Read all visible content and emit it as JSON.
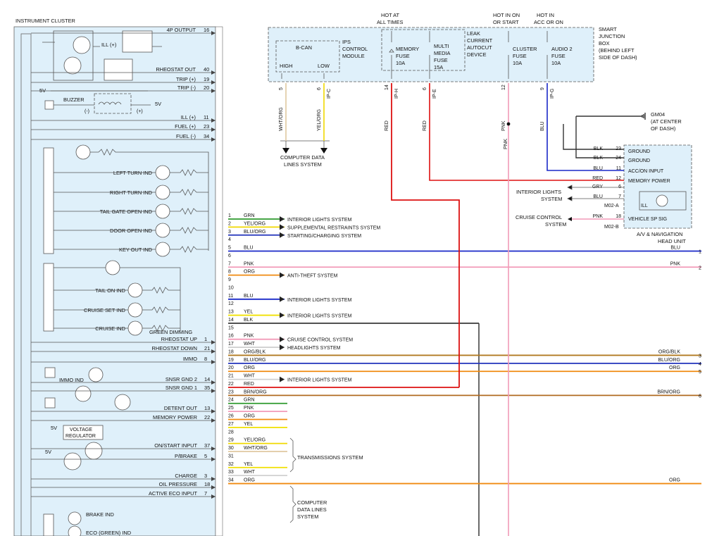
{
  "cluster": {
    "title": "INSTRUMENT CLUSTER",
    "top": [
      {
        "label": "4P OUTPUT",
        "pin": "16"
      },
      {
        "label": "ILL (+)",
        "pin": ""
      },
      {
        "label": "RHEOSTAT OUT",
        "pin": "40"
      },
      {
        "label": "TRIP (+)",
        "pin": "19"
      },
      {
        "label": "TRIP (-)",
        "pin": "20"
      },
      {
        "label": "ILL (+)",
        "pin": "11"
      },
      {
        "label": "FUEL (+)",
        "pin": "23"
      },
      {
        "label": "FUEL (-)",
        "pin": "34"
      }
    ],
    "buzzer": "BUZZER",
    "v5": "5V",
    "minus": "(-)",
    "plus": "(+)",
    "indicators": [
      "LEFT TURN IND",
      "RIGHT TURN IND",
      "TAIL GATE OPEN IND",
      "DOOR OPEN IND",
      "KEY OUT IND"
    ],
    "indicators2": [
      "TAIL ON IND",
      "CRUISE SET IND",
      "CRUISE IND"
    ],
    "green_dimming": "GREEN DIMMING",
    "lower": [
      {
        "label": "RHEOSTAT UP",
        "pin": "1"
      },
      {
        "label": "RHEOSTAT DOWN",
        "pin": "21"
      },
      {
        "label": "IMMO",
        "pin": "8"
      },
      {
        "label": "SNSR GND 2",
        "pin": "14"
      },
      {
        "label": "SNSR GND 1",
        "pin": "35"
      },
      {
        "label": "DETENT OUT",
        "pin": "13"
      },
      {
        "label": "MEMORY POWER",
        "pin": "22"
      },
      {
        "label": "ON/START INPUT",
        "pin": "37"
      },
      {
        "label": "P/BRAKE",
        "pin": "5"
      },
      {
        "label": "CHARGE",
        "pin": "3"
      },
      {
        "label": "OIL PRESSURE",
        "pin": "18"
      },
      {
        "label": "ACTIVE ECO INPUT",
        "pin": "7"
      }
    ],
    "immo_ind": "IMMO IND",
    "voltage_regulator": [
      "VOLTAGE",
      "REGULATOR"
    ],
    "brake_ind": "BRAKE IND",
    "eco_ind": "ECO (GREEN) IND"
  },
  "connector": [
    {
      "n": "1",
      "c": "GRN",
      "dest": "INTERIOR LIGHTS SYSTEM",
      "hex": "#2e9a2e"
    },
    {
      "n": "2",
      "c": "YEL/ORG",
      "dest": "SUPPLEMENTAL RESTRAINTS SYSTEM",
      "hex": "#f0d800"
    },
    {
      "n": "3",
      "c": "BLU/ORG",
      "dest": "STARTING/CHARGING SYSTEM",
      "hex": "#2233bb"
    },
    {
      "n": "4",
      "c": "",
      "dest": "",
      "hex": ""
    },
    {
      "n": "5",
      "c": "BLU",
      "dest": "",
      "hex": "#1a28c8"
    },
    {
      "n": "6",
      "c": "",
      "dest": "",
      "hex": ""
    },
    {
      "n": "7",
      "c": "PNK",
      "dest": "",
      "hex": "#f29ab8"
    },
    {
      "n": "8",
      "c": "ORG",
      "dest": "ANTI-THEFT SYSTEM",
      "hex": "#f08a10"
    },
    {
      "n": "9",
      "c": "",
      "dest": "",
      "hex": ""
    },
    {
      "n": "10",
      "c": "",
      "dest": "",
      "hex": ""
    },
    {
      "n": "11",
      "c": "BLU",
      "dest": "INTERIOR LIGHTS SYSTEM",
      "hex": "#1a28c8"
    },
    {
      "n": "12",
      "c": "",
      "dest": "",
      "hex": ""
    },
    {
      "n": "13",
      "c": "YEL",
      "dest": "INTERIOR LIGHTS SYSTEM",
      "hex": "#f0e000"
    },
    {
      "n": "14",
      "c": "BLK",
      "dest": "",
      "hex": "#444444"
    },
    {
      "n": "15",
      "c": "",
      "dest": "",
      "hex": ""
    },
    {
      "n": "16",
      "c": "PNK",
      "dest": "CRUISE CONTROL SYSTEM",
      "hex": "#f29ab8"
    },
    {
      "n": "17",
      "c": "WHT",
      "dest": "HEADLIGHTS SYSTEM",
      "hex": "#d0d0d0"
    },
    {
      "n": "18",
      "c": "ORG/BLK",
      "dest": "",
      "hex": "#b07a20"
    },
    {
      "n": "19",
      "c": "BLU/ORG",
      "dest": "",
      "hex": "#2233bb"
    },
    {
      "n": "20",
      "c": "ORG",
      "dest": "",
      "hex": "#f08a10"
    },
    {
      "n": "21",
      "c": "WHT",
      "dest": "INTERIOR LIGHTS SYSTEM",
      "hex": "#d0d0d0"
    },
    {
      "n": "22",
      "c": "RED",
      "dest": "",
      "hex": "#dd1111"
    },
    {
      "n": "23",
      "c": "BRN/ORG",
      "dest": "",
      "hex": "#b06a20"
    },
    {
      "n": "24",
      "c": "GRN",
      "dest": "",
      "hex": "#2e9a2e"
    },
    {
      "n": "25",
      "c": "PNK",
      "dest": "",
      "hex": "#f29ab8"
    },
    {
      "n": "26",
      "c": "ORG",
      "dest": "",
      "hex": "#f08a10"
    },
    {
      "n": "27",
      "c": "YEL",
      "dest": "",
      "hex": "#f0e000"
    },
    {
      "n": "28",
      "c": "",
      "dest": "",
      "hex": ""
    },
    {
      "n": "29",
      "c": "YEL/ORG",
      "dest": "",
      "hex": "#f0d800"
    },
    {
      "n": "30",
      "c": "WHT/ORG",
      "dest": "",
      "hex": "#e0c8a0"
    },
    {
      "n": "31",
      "c": "",
      "dest": "",
      "hex": ""
    },
    {
      "n": "32",
      "c": "YEL",
      "dest": "",
      "hex": "#f0e000"
    },
    {
      "n": "33",
      "c": "WHT",
      "dest": "",
      "hex": "#d0d0d0"
    },
    {
      "n": "34",
      "c": "ORG",
      "dest": "",
      "hex": "#f08a10"
    }
  ],
  "groups": {
    "transmission": "TRANSMISSIONS SYSTEM",
    "data_lines": [
      "COMPUTER",
      "DATA LINES",
      "SYSTEM"
    ]
  },
  "right_outs": [
    {
      "n": "1",
      "c": "BLU"
    },
    {
      "n": "2",
      "c": "PNK"
    },
    {
      "n": "3",
      "c": "ORG/BLK"
    },
    {
      "n": "4",
      "c": "BLU/ORG"
    },
    {
      "n": "5",
      "c": "ORG"
    },
    {
      "n": "6",
      "c": "BRN/ORG"
    },
    {
      "n": "",
      "c": "ORG"
    }
  ],
  "junction": {
    "title": [
      "SMART",
      "JUNCTION",
      "BOX",
      "(BEHIND LEFT",
      "SIDE OF DASH)"
    ],
    "bcan": "B-CAN",
    "high": "HIGH",
    "low": "LOW",
    "ips": [
      "IPS",
      "CONTROL",
      "MODULE"
    ],
    "leak": [
      "LEAK",
      "CURRENT",
      "AUTOCUT",
      "DEVICE"
    ],
    "hot_all": [
      "HOT AT",
      "ALL TIMES"
    ],
    "hot_on": [
      "HOT IN ON",
      "OR START"
    ],
    "hot_acc": [
      "HOT IN",
      "ACC OR ON"
    ],
    "memory_fuse": [
      "MEMORY",
      "FUSE",
      "10A"
    ],
    "multi_fuse": [
      "MULTI",
      "MEDIA",
      "FUSE",
      "15A"
    ],
    "cluster_fuse": [
      "CLUSTER",
      "FUSE",
      "10A"
    ],
    "audio_fuse": [
      "AUDIO 2",
      "FUSE",
      "10A"
    ],
    "pins": [
      {
        "p": "5",
        "c": "WHT/ORG",
        "conn": ""
      },
      {
        "p": "6",
        "c": "YEL/ORG",
        "conn": "IP-C"
      },
      {
        "p": "14",
        "c": "RED",
        "conn": "IP-H"
      },
      {
        "p": "6",
        "c": "RED",
        "conn": "IP-E"
      },
      {
        "p": "12",
        "c": "PNK",
        "conn": ""
      },
      {
        "p": "9",
        "c": "BLU",
        "conn": "IP-G"
      }
    ],
    "pnk_lower": "PNK"
  },
  "data_lines_bottom": [
    "COMPUTER DATA",
    "LINES SYSTEM"
  ],
  "gm04": [
    "GM04",
    "(AT CENTER",
    "OF DASH)"
  ],
  "head_unit": {
    "title": [
      "A/V & NAVIGATION",
      "HEAD UNIT"
    ],
    "ill": "ILL",
    "rows": [
      {
        "c": "BLK",
        "pin": "23",
        "label": "GROUND"
      },
      {
        "c": "BLK",
        "pin": "24",
        "label": "GROUND"
      },
      {
        "c": "BLU",
        "pin": "11",
        "label": "ACC/ON INPUT"
      },
      {
        "c": "RED",
        "pin": "12",
        "label": "MEMORY POWER"
      },
      {
        "c": "GRY",
        "pin": "6",
        "label": ""
      },
      {
        "c": "BLU",
        "pin": "7",
        "label": ""
      },
      {
        "c": "PNK",
        "pin": "18",
        "label": "VEHICLE SP SIG"
      }
    ],
    "conn_a": "M02-A",
    "conn_b": "M02-B",
    "interior": [
      "INTERIOR LIGHTS",
      "SYSTEM"
    ],
    "cruise": [
      "CRUISE CONTROL",
      "SYSTEM"
    ]
  }
}
